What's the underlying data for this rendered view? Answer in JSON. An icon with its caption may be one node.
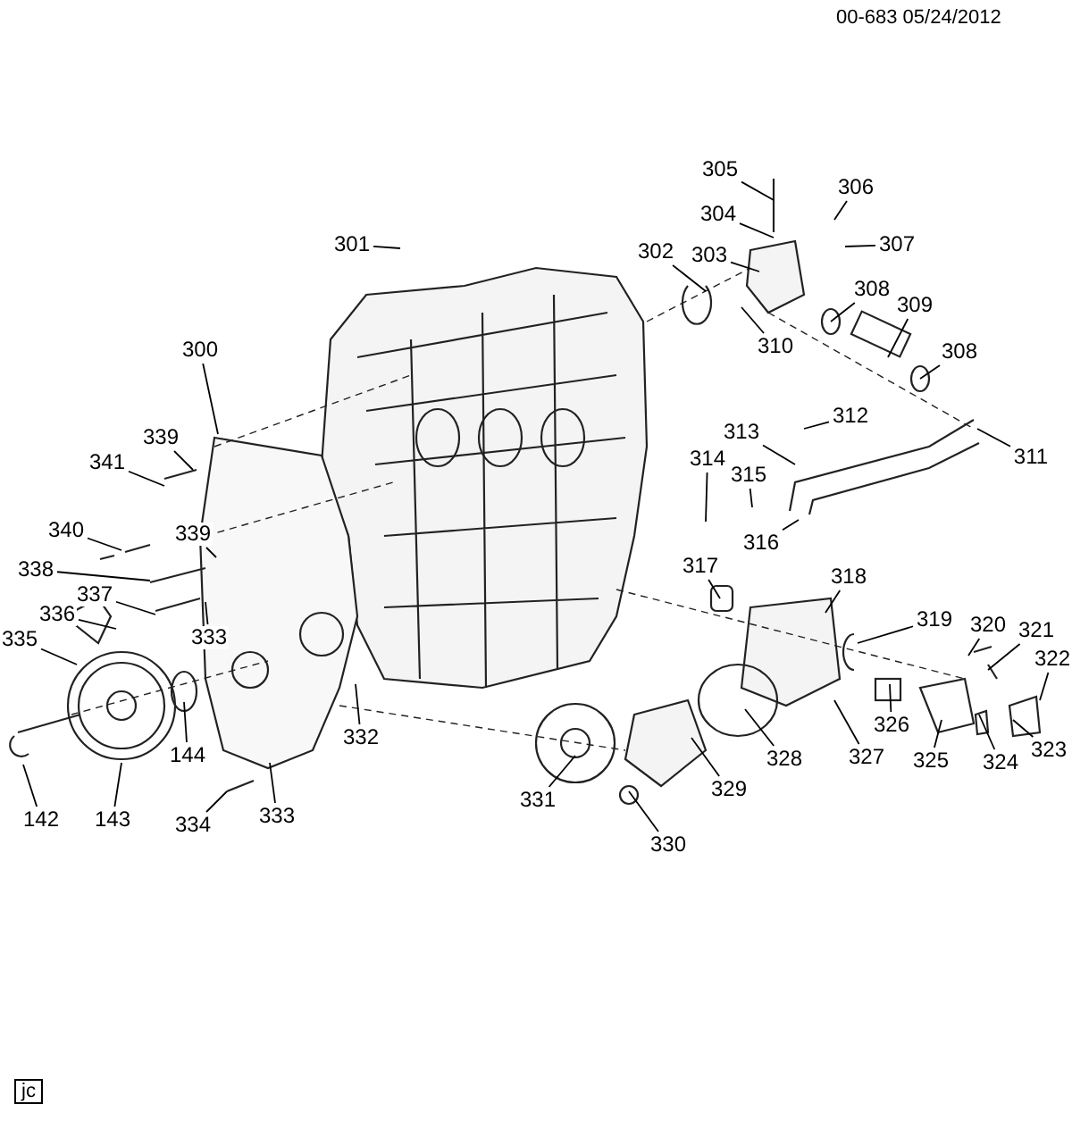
{
  "diagram": {
    "nodes": [
      {
        "text": [
          "305"
        ]
      },
      {
        "text": [
          "306"
        ]
      },
      {
        "text": [
          "304"
        ]
      },
      {
        "text": [
          "307"
        ]
      },
      {
        "text": [
          "301"
        ]
      },
      {
        "text": [
          "302"
        ]
      },
      {
        "text": [
          "303"
        ]
      },
      {
        "text": [
          "308"
        ]
      },
      {
        "text": [
          "309"
        ]
      },
      {
        "text": [
          "310"
        ]
      },
      {
        "text": [
          "300"
        ]
      },
      {
        "text": [
          "308"
        ]
      },
      {
        "text": [
          "339"
        ]
      },
      {
        "text": [
          "313"
        ]
      },
      {
        "text": [
          "312"
        ]
      },
      {
        "text": [
          "341"
        ]
      },
      {
        "text": [
          "314"
        ]
      },
      {
        "text": [
          "315"
        ]
      },
      {
        "text": [
          "311"
        ]
      },
      {
        "text": [
          "340"
        ]
      },
      {
        "text": [
          "339"
        ]
      },
      {
        "text": [
          "338"
        ]
      },
      {
        "text": [
          "316"
        ]
      },
      {
        "text": [
          "317"
        ]
      },
      {
        "text": [
          "337"
        ]
      },
      {
        "text": [
          "318"
        ]
      },
      {
        "text": [
          "336"
        ]
      },
      {
        "text": [
          "333"
        ]
      },
      {
        "text": [
          "319"
        ]
      },
      {
        "text": [
          "320"
        ]
      },
      {
        "text": [
          "321"
        ]
      },
      {
        "text": [
          "335"
        ]
      },
      {
        "text": [
          "322"
        ]
      },
      {
        "text": [
          "326"
        ]
      },
      {
        "text": [
          "332"
        ]
      },
      {
        "text": [
          "144"
        ]
      },
      {
        "text": [
          "323"
        ]
      },
      {
        "text": [
          "324"
        ]
      },
      {
        "text": [
          "327"
        ]
      },
      {
        "text": [
          "328"
        ]
      },
      {
        "text": [
          "325"
        ]
      },
      {
        "text": [
          "331"
        ]
      },
      {
        "text": [
          "329"
        ]
      },
      {
        "text": [
          "142"
        ]
      },
      {
        "text": [
          "143"
        ]
      },
      {
        "text": [
          "333"
        ]
      },
      {
        "text": [
          "334"
        ]
      },
      {
        "text": [
          "330"
        ]
      }
    ],
    "edges": [
      {
        "from": 0,
        "to": null,
        "arrow": "none"
      },
      {
        "from": 1,
        "to": null,
        "arrow": "none"
      },
      {
        "from": 2,
        "to": null,
        "arrow": "none"
      },
      {
        "from": 3,
        "to": null,
        "arrow": "none"
      },
      {
        "from": 4,
        "to": null,
        "arrow": "none"
      },
      {
        "from": 5,
        "to": null,
        "arrow": "none"
      },
      {
        "from": 6,
        "to": null,
        "arrow": "none"
      },
      {
        "from": 7,
        "to": null,
        "arrow": "none"
      },
      {
        "from": 8,
        "to": null,
        "arrow": "none"
      },
      {
        "from": 9,
        "to": null,
        "arrow": "none"
      },
      {
        "from": 10,
        "to": null,
        "arrow": "none"
      },
      {
        "from": 11,
        "to": null,
        "arrow": "none"
      },
      {
        "from": 12,
        "to": null,
        "arrow": "none"
      },
      {
        "from": 13,
        "to": null,
        "arrow": "none"
      },
      {
        "from": 14,
        "to": null,
        "arrow": "none"
      },
      {
        "from": 15,
        "to": null,
        "arrow": "none"
      },
      {
        "from": 16,
        "to": null,
        "arrow": "none"
      },
      {
        "from": 17,
        "to": null,
        "arrow": "none"
      },
      {
        "from": 18,
        "to": null,
        "arrow": "none"
      },
      {
        "from": 19,
        "to": null,
        "arrow": "none"
      },
      {
        "from": 20,
        "to": null,
        "arrow": "none"
      },
      {
        "from": 21,
        "to": null,
        "arrow": "none"
      },
      {
        "from": 22,
        "to": null,
        "arrow": "none"
      },
      {
        "from": 23,
        "to": null,
        "arrow": "none"
      },
      {
        "from": 24,
        "to": null,
        "arrow": "none"
      },
      {
        "from": 25,
        "to": null,
        "arrow": "none"
      },
      {
        "from": 26,
        "to": null,
        "arrow": "none"
      },
      {
        "from": 27,
        "to": null,
        "arrow": "none"
      },
      {
        "from": 28,
        "to": null,
        "arrow": "none"
      },
      {
        "from": 29,
        "to": null,
        "arrow": "none"
      },
      {
        "from": 30,
        "to": null,
        "arrow": "none"
      },
      {
        "from": 31,
        "to": null,
        "arrow": "none"
      },
      {
        "from": 32,
        "to": null,
        "arrow": "none"
      },
      {
        "from": 33,
        "to": null,
        "arrow": "none"
      },
      {
        "from": 34,
        "to": null,
        "arrow": "none"
      },
      {
        "from": 35,
        "to": null,
        "arrow": "none"
      },
      {
        "from": 36,
        "to": null,
        "arrow": "none"
      },
      {
        "from": 37,
        "to": null,
        "arrow": "none"
      },
      {
        "from": 38,
        "to": null,
        "arrow": "none"
      },
      {
        "from": 39,
        "to": null,
        "arrow": "none"
      },
      {
        "from": 40,
        "to": null,
        "arrow": "none"
      },
      {
        "from": 41,
        "to": null,
        "arrow": "none"
      },
      {
        "from": 42,
        "to": null,
        "arrow": "none"
      },
      {
        "from": 43,
        "to": null,
        "arrow": "none"
      },
      {
        "from": 44,
        "to": null,
        "arrow": "none"
      },
      {
        "from": 45,
        "to": null,
        "arrow": "none"
      },
      {
        "from": 46,
        "to": null,
        "arrow": "none"
      },
      {
        "from": 47,
        "to": null,
        "arrow": "none"
      }
    ],
    "labels": [
      "00-683 05/24/2012",
      "jc"
    ]
  }
}
